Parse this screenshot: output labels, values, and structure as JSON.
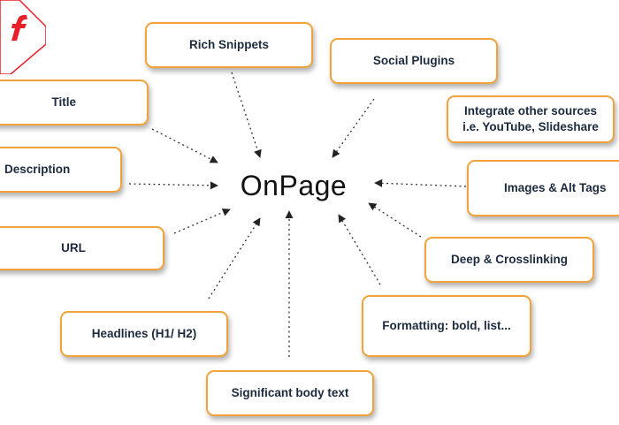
{
  "center": {
    "label": "OnPage"
  },
  "nodes": {
    "rich_snippets": "Rich Snippets",
    "social_plugins": "Social Plugins",
    "title": "Title",
    "integrate_line1": "Integrate other sources",
    "integrate_line2": "i.e. YouTube, Slideshare",
    "description": "Description",
    "images_alt_tags": "Images & Alt Tags",
    "url": "URL",
    "deep_crosslinking": "Deep & Crosslinking",
    "formatting": "Formatting: bold, list...",
    "headlines": "Headlines (H1/ H2)",
    "significant_body_text": "Significant body text"
  },
  "colors": {
    "box_border": "#f2a23a",
    "box_text": "#1c2a3e",
    "arrow": "#333333",
    "logo_accent": "#e8202a"
  }
}
